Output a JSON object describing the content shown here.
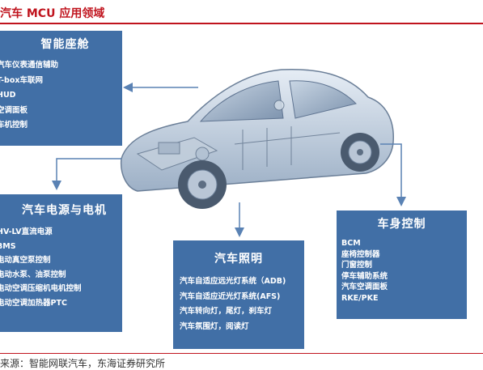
{
  "header": {
    "title": "汽车 MCU 应用领域"
  },
  "footer": {
    "source": "来源：智能网联汽车，东海证券研究所"
  },
  "boxes": {
    "cockpit": {
      "title": "智能座舱",
      "items": [
        "汽车仪表通信辅助",
        "T-box车联网",
        "HUD",
        "空调面板",
        "车机控制"
      ]
    },
    "power": {
      "title": "汽车电源与电机",
      "items": [
        "HV-LV直流电源",
        "BMS",
        "电动真空泵控制",
        "电动水泵、油泵控制",
        "电动空调压缩机电机控制",
        "电动空调加热器PTC"
      ]
    },
    "body": {
      "title": "车身控制",
      "items": [
        "BCM",
        "座椅控制器",
        "门窗控制",
        "停车辅助系统",
        "汽车空调面板",
        "RKE/PKE"
      ]
    },
    "lighting": {
      "title": "汽车照明",
      "items": [
        "汽车自适应远光灯系统（ADB)",
        "汽车自适应近光灯系统(AFS)",
        "汽车转向灯，尾灯，刹车灯",
        "汽车氛围灯，阅读灯"
      ]
    }
  },
  "colors": {
    "accent": "#c0141e",
    "box_fill": "#416fa6",
    "arrow": "#5a82b4"
  }
}
